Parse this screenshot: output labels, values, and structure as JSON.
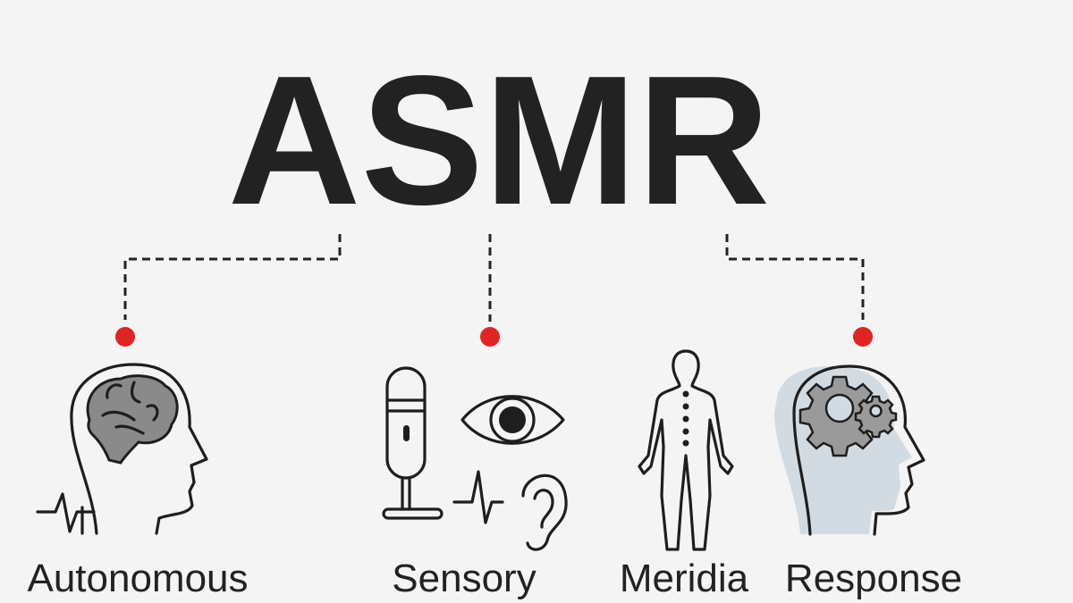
{
  "title": "ASMR",
  "colors": {
    "accent_dot": "#e02424",
    "text": "#222222",
    "brain": "#8a8a8a",
    "head_fill": "#d3dbe2",
    "gear": "#9a9a9a"
  },
  "labels": [
    {
      "text": "Autonomous",
      "icon": "brain-head-icon"
    },
    {
      "text": "Sensory",
      "icon": "microphone-eye-ear-icon"
    },
    {
      "text": "Meridia",
      "icon": "human-body-icon"
    },
    {
      "text": "Response",
      "icon": "gear-head-icon"
    }
  ]
}
